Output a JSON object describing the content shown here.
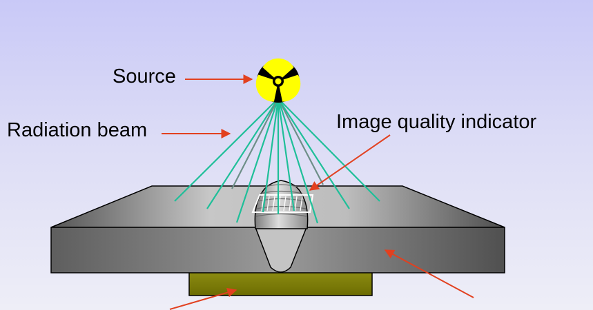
{
  "labels": {
    "source": "Source",
    "radiation_beam": "Radiation beam",
    "image_quality_indicator": "Image quality indicator"
  },
  "icons": {
    "source": "radiation-trefoil-icon"
  },
  "colors": {
    "beam": "#1fbf99",
    "arrow": "#e2401f",
    "trefoil": "#ffff00",
    "film": "#7a7a05"
  }
}
